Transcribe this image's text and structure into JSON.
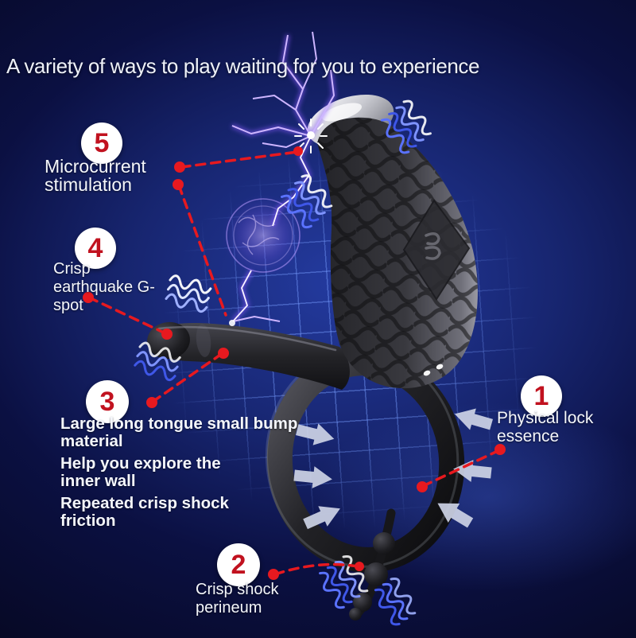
{
  "title": "A variety of ways to play waiting for you to experience",
  "callouts": {
    "c1": {
      "number": "1",
      "lines": [
        "Physical lock",
        "essence"
      ]
    },
    "c2": {
      "number": "2",
      "lines": [
        "Crisp shock",
        "perineum"
      ]
    },
    "c3": {
      "number": "3",
      "lines": [
        "Large long tongue small bump",
        "material",
        "Help you explore the",
        "inner wall",
        "Repeated crisp shock",
        "friction"
      ]
    },
    "c4": {
      "number": "4",
      "lines": [
        "Crisp",
        "earthquake G-",
        "spot"
      ]
    },
    "c5": {
      "number": "5",
      "lines": [
        "Microcurrent",
        "stimulation"
      ]
    }
  },
  "icons": {
    "vibration_wave": "wavy vibration lines",
    "pressure_arrow": "block arrow pointing at ring",
    "electric_spark": "lightning discharge",
    "plasma_ball": "electric plasma sphere",
    "number_badge": "white circle with red number"
  },
  "colors": {
    "accent_red": "#e7191f",
    "badge_bg": "#ffffff",
    "badge_number": "#c1121f",
    "title_text": "#eef1f8",
    "label_text": "#f4f6fb",
    "background_deep": "#060822",
    "background_center": "#243ba0",
    "grid_line": "#789eff",
    "arrow_fill": "#cdd3e6",
    "lightning_purple": "#9b6df0",
    "vibration_blue": "#3f57e8",
    "product_black": "#1c1c20",
    "cap_silver": "#d9dadf"
  }
}
